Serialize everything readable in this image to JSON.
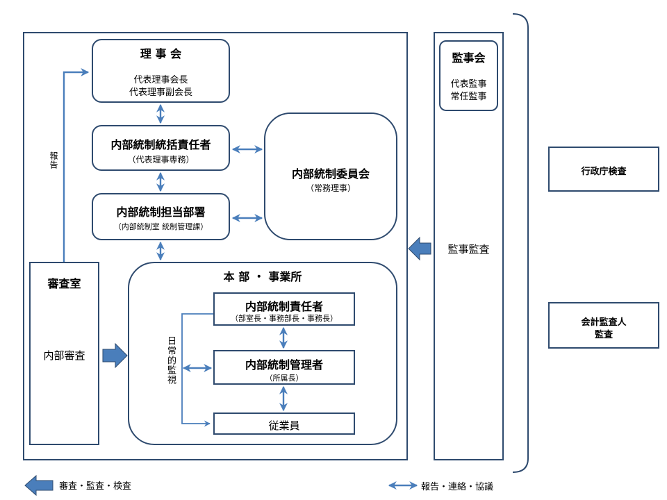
{
  "board": {
    "title": "理 事 会",
    "line1": "代表理事会長",
    "line2": "代表理事副会長"
  },
  "cco": {
    "title": "内部統制統括責任者",
    "sub": "（代表理事専務）"
  },
  "dept": {
    "title": "内部統制担当部署",
    "sub": "（内部統制室 統制管理課）"
  },
  "committee": {
    "title": "内部統制委員会",
    "sub": "（常務理事）"
  },
  "hq": {
    "title": "本 部 ・ 事業所",
    "manager_resp": {
      "title": "内部統制責任者",
      "sub": "（部室長・事務部長・事務長）"
    },
    "manager": {
      "title": "内部統制管理者",
      "sub": "（所属長）"
    },
    "staff": {
      "title": "従業員"
    },
    "daily_label": "日常的監視"
  },
  "audit_office": {
    "title": "審査室",
    "body": "内部審査"
  },
  "report_label": "報告",
  "auditors": {
    "title": "監事会",
    "line1": "代表監事",
    "line2": "常任監事",
    "column_label": "監事監査"
  },
  "external": {
    "gov": "行政庁検査",
    "cpa_line1": "会計監査人",
    "cpa_line2": "監査"
  },
  "legend": {
    "block_arrow": "審査・監査・検査",
    "double_arrow": "報告・連絡・協議"
  },
  "colors": {
    "line": "#2e4a6e",
    "arrow": "#4a7ebb"
  }
}
